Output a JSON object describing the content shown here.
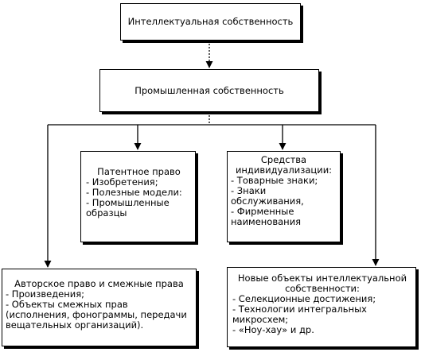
{
  "nodes": {
    "top": "Интеллектуальная собственность",
    "industrial": "Промышленная собственность",
    "patent": {
      "title": "Патентное право",
      "lines": [
        "- Изобретения;",
        "- Полезные модели:",
        "- Промышленные",
        "образцы"
      ]
    },
    "means": {
      "title": "Средства",
      "lines": [
        "индивидуализации:",
        "- Товарные знаки;",
        "- Знаки",
        "обслуживания,",
        "- Фирменные",
        "наименования"
      ]
    },
    "copyright": {
      "title": "Авторское право и смежные права",
      "lines": [
        "- Произведения;",
        "- Объекты смежных прав",
        "(исполнения, фонограммы, передачи",
        "вещательных организаций)."
      ]
    },
    "new_objects": {
      "title": "Новые объекты интеллектуальной",
      "lines": [
        "собственности:",
        "- Селекционные достижения;",
        "- Технологии интегральных",
        "микросхем;",
        "- «Ноу-хау» и др."
      ]
    }
  }
}
